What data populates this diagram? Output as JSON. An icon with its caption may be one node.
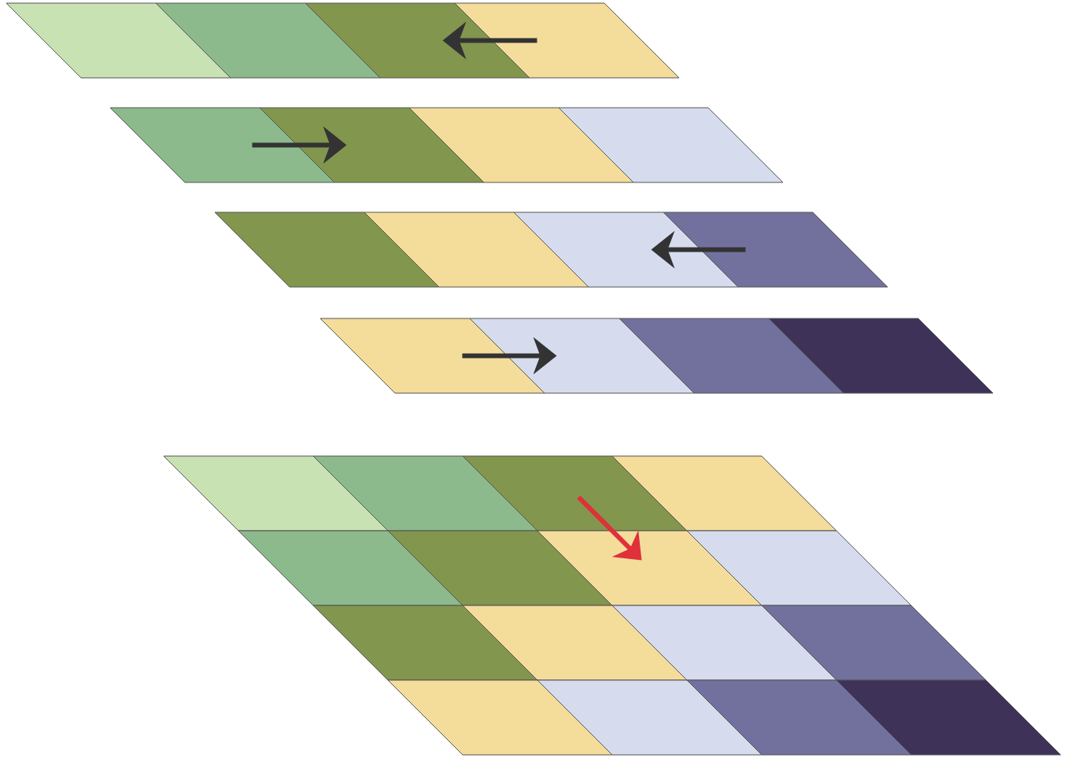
{
  "diagram": {
    "nodes": [
      {
        "text": [],
        "shape": "parallelogram"
      },
      {
        "text": [],
        "shape": "parallelogram"
      },
      {
        "text": [],
        "shape": "parallelogram"
      },
      {
        "text": [],
        "shape": "parallelogram"
      },
      {
        "text": [],
        "shape": "parallelogram"
      },
      {
        "text": [],
        "shape": "parallelogram"
      },
      {
        "text": [],
        "shape": "parallelogram"
      },
      {
        "text": [],
        "shape": "parallelogram"
      },
      {
        "text": [],
        "shape": "parallelogram"
      },
      {
        "text": [],
        "shape": "parallelogram"
      },
      {
        "text": [],
        "shape": "parallelogram"
      },
      {
        "text": [],
        "shape": "parallelogram"
      },
      {
        "text": [],
        "shape": "parallelogram"
      },
      {
        "text": [],
        "shape": "parallelogram"
      },
      {
        "text": [],
        "shape": "parallelogram"
      },
      {
        "text": [],
        "shape": "parallelogram"
      },
      {
        "text": [],
        "shape": "parallelogram"
      },
      {
        "text": [],
        "shape": "parallelogram"
      },
      {
        "text": [],
        "shape": "parallelogram"
      },
      {
        "text": [],
        "shape": "parallelogram"
      },
      {
        "text": [],
        "shape": "parallelogram"
      },
      {
        "text": [],
        "shape": "parallelogram"
      },
      {
        "text": [],
        "shape": "parallelogram"
      },
      {
        "text": [],
        "shape": "parallelogram"
      },
      {
        "text": [],
        "shape": "parallelogram"
      },
      {
        "text": [],
        "shape": "parallelogram"
      },
      {
        "text": [],
        "shape": "parallelogram"
      },
      {
        "text": [],
        "shape": "parallelogram"
      },
      {
        "text": [],
        "shape": "parallelogram"
      },
      {
        "text": [],
        "shape": "parallelogram"
      },
      {
        "text": [],
        "shape": "parallelogram"
      },
      {
        "text": [],
        "shape": "parallelogram"
      }
    ],
    "edges": [
      {
        "from": 3,
        "to": 2,
        "arrow": "to"
      },
      {
        "from": 4,
        "to": 5,
        "arrow": "to"
      },
      {
        "from": 11,
        "to": 10,
        "arrow": "to"
      },
      {
        "from": 12,
        "to": 13,
        "arrow": "to"
      },
      {
        "from": 18,
        "to": 22,
        "arrow": "to",
        "color": "#e0303a"
      }
    ]
  }
}
